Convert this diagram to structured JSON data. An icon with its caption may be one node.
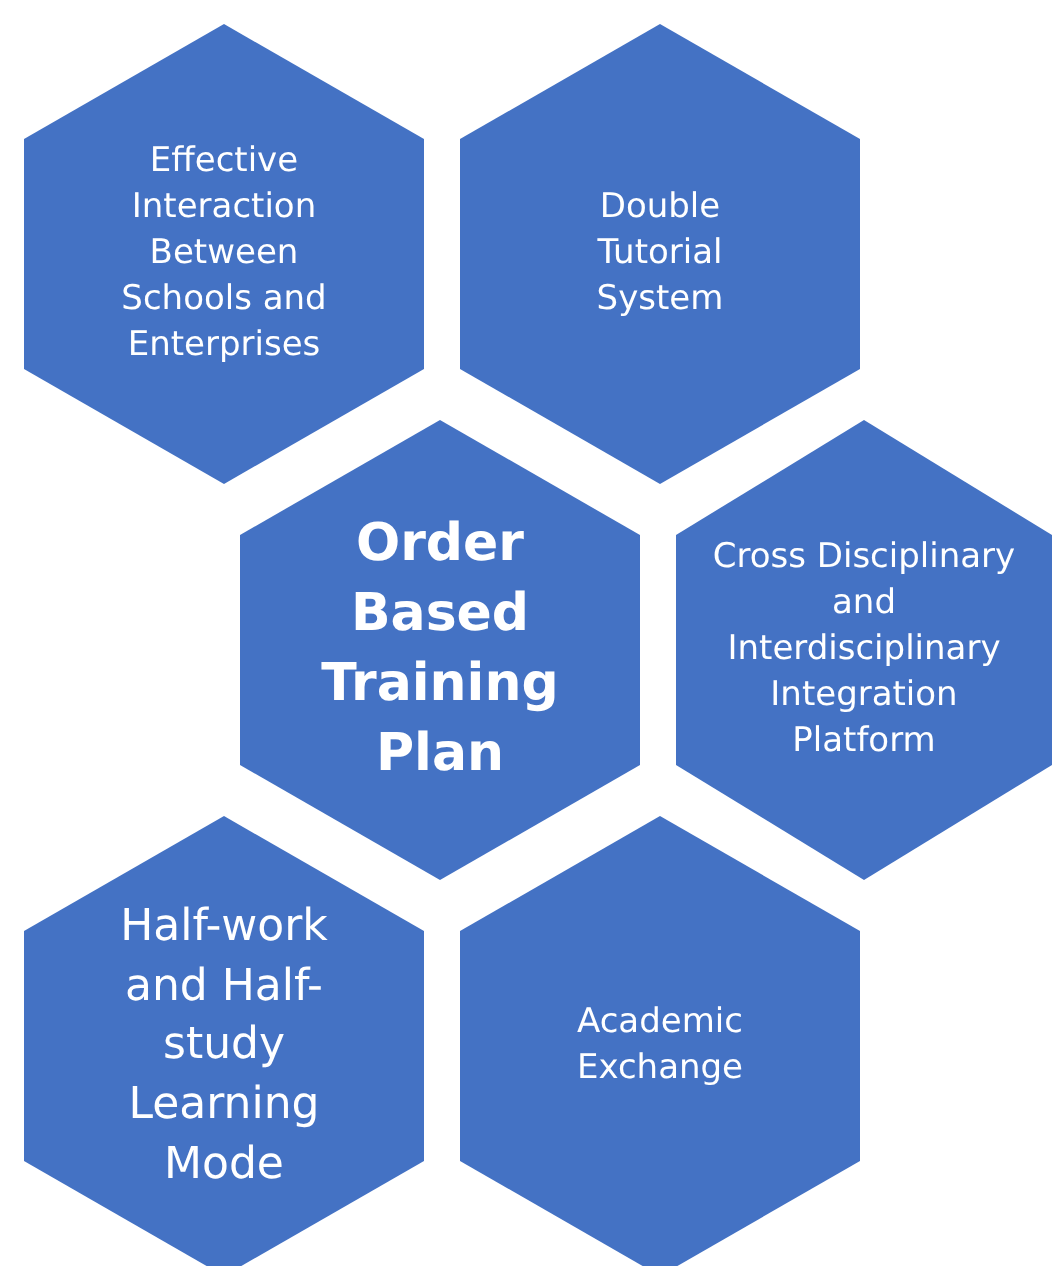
{
  "diagram": {
    "nodes": [
      {
        "text": [
          "Effective Interaction Between Schools and Enterprises"
        ]
      },
      {
        "text": [
          "Double Tutorial System"
        ]
      },
      {
        "text": [
          "Order Based Training Plan"
        ]
      },
      {
        "text": [
          "Cross Disciplinary and Interdisciplinary Integration Platform"
        ]
      },
      {
        "text": [
          "Half-work and Half-study Learning Mode"
        ]
      },
      {
        "text": [
          "Academic Exchange"
        ]
      }
    ]
  }
}
